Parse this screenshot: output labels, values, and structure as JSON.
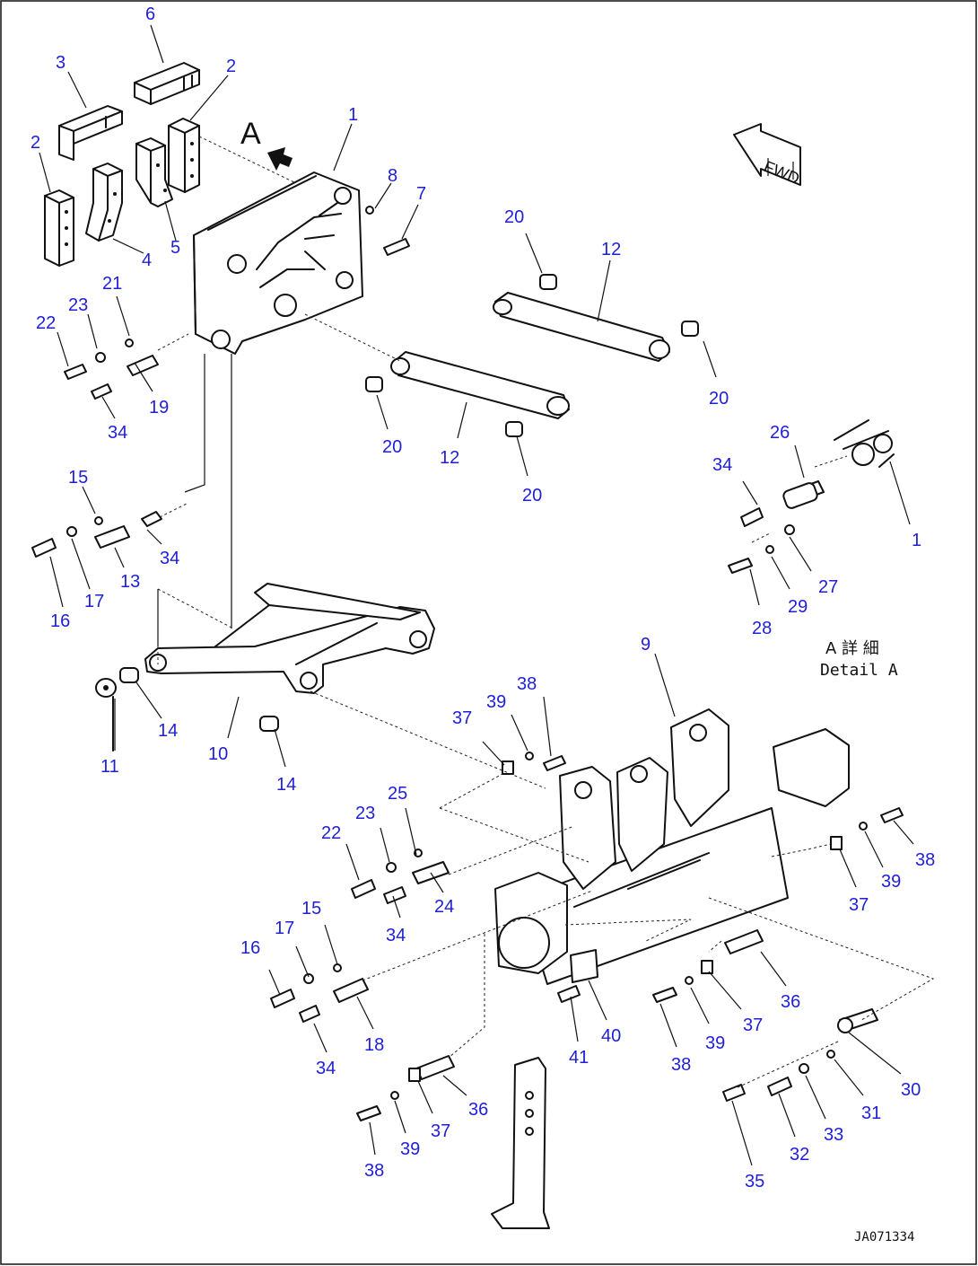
{
  "view_label": "A",
  "fwd_label": "FWD",
  "detail": {
    "japanese": "A 詳 細",
    "english": "Detail A"
  },
  "drawing_code": "JA071334",
  "part_numbers": [
    "1",
    "2",
    "3",
    "4",
    "5",
    "6",
    "7",
    "8",
    "9",
    "10",
    "11",
    "12",
    "13",
    "14",
    "15",
    "16",
    "17",
    "18",
    "19",
    "20",
    "21",
    "22",
    "23",
    "24",
    "25",
    "26",
    "27",
    "28",
    "29",
    "30",
    "31",
    "32",
    "33",
    "34",
    "35",
    "36",
    "37",
    "38",
    "39",
    "40",
    "41"
  ],
  "callout_color": "#1f1fd6"
}
